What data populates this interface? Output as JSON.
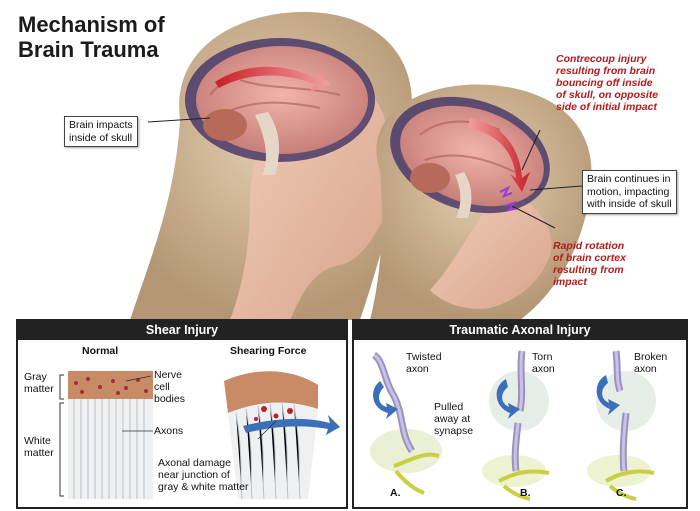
{
  "title": "Mechanism of\nBrain Trauma",
  "callouts": {
    "impact": "Brain impacts\ninside of skull",
    "continues": "Brain continues in\nmotion, impacting\nwith inside of skull"
  },
  "red_notes": {
    "contrecoup": "Contrecoup injury\nresulting from brain\nbouncing off inside\nof skull, on opposite\nside of initial impact",
    "rotation": "Rapid rotation\nof brain cortex\nresulting from\nimpact"
  },
  "shear_panel": {
    "header": "Shear Injury",
    "normal": "Normal",
    "shearing": "Shearing Force",
    "gray_matter": "Gray\nmatter",
    "white_matter": "White\nmatter",
    "nerve_cell": "Nerve\ncell\nbodies",
    "axons": "Axons",
    "damage": "Axonal damage\nnear junction of\ngray & white matter"
  },
  "axonal_panel": {
    "header": "Traumatic Axonal Injury",
    "twisted": "Twisted\naxon",
    "pulled": "Pulled\naway at\nsynapse",
    "torn": "Torn\naxon",
    "broken": "Broken\naxon",
    "a": "A.",
    "b": "B.",
    "c": "C."
  },
  "colors": {
    "arrow_red": "#c8202a",
    "note_red": "#b31b1b",
    "panel_dark": "#222222",
    "skin": "#e9bda7",
    "hair": "#c9ac86",
    "brain": "#d9908a"
  }
}
